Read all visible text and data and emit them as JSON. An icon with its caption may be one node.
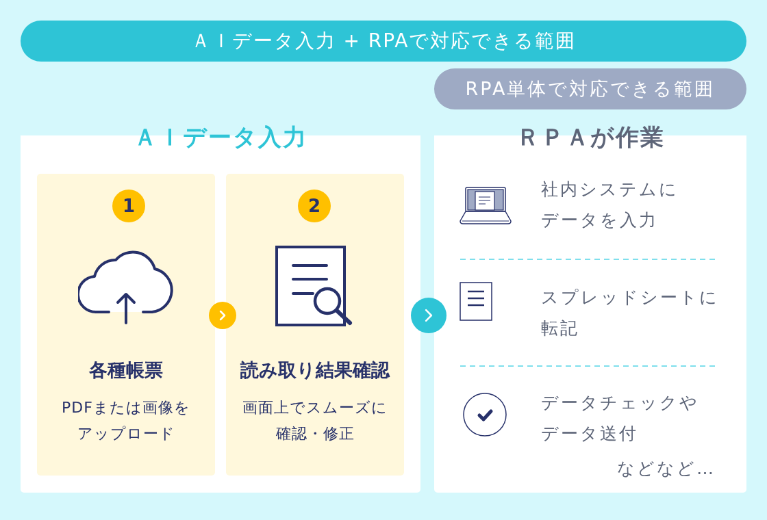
{
  "diagram": {
    "nodes": [
      {
        "text": [
          "ＡＩデータ入力 + RPAで対応できる範囲"
        ]
      },
      {
        "text": [
          "RPA単体で対応できる範囲"
        ]
      },
      {
        "text": [
          "ＡＩデータ入力"
        ]
      },
      {
        "text": [
          "各種帳票",
          "PDFまたは画像をアップロード"
        ],
        "in": 2
      },
      {
        "text": [
          "1"
        ],
        "in": 3
      },
      {
        "text": [
          "読み取り結果確認",
          "画面上でスムーズに確認・修正"
        ],
        "in": 2
      },
      {
        "text": [
          "2"
        ],
        "in": 5
      },
      {
        "text": [
          "ＲＰＡが作業",
          "などなど…"
        ]
      },
      {
        "text": [
          "社内システムにデータを入力"
        ],
        "in": 7
      },
      {
        "text": [
          "スプレッドシートに転記"
        ],
        "in": 7
      },
      {
        "text": [
          "データチェックやデータ送付"
        ],
        "in": 7
      }
    ],
    "edges": [
      {
        "from": 3,
        "to": 5,
        "arrow": "to",
        "color": "#ffc000"
      },
      {
        "from": 2,
        "to": 7,
        "arrow": "to",
        "color": "#2ec4d6"
      }
    ]
  }
}
